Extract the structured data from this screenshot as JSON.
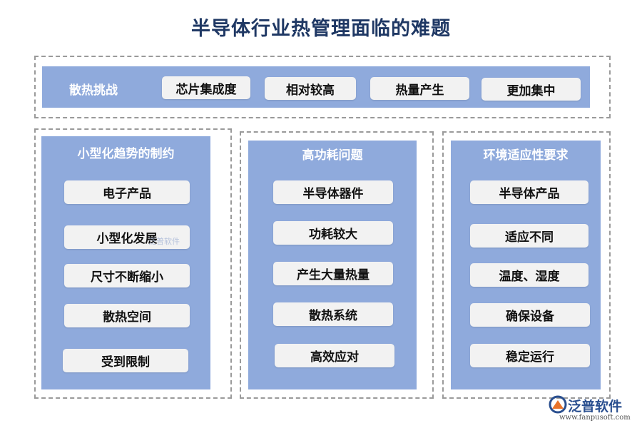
{
  "title": "半导体行业热管理面临的难题",
  "challenge": {
    "label": "散热挑战",
    "items": [
      "芯片集成度",
      "相对较高",
      "热量产生",
      "更加集中"
    ]
  },
  "columns": [
    {
      "title": "小型化趋势的制约",
      "items": [
        "电子产品",
        "小型化发展",
        "尺寸不断缩小",
        "散热空间",
        "受到限制"
      ]
    },
    {
      "title": "高功耗问题",
      "items": [
        "半导体器件",
        "功耗较大",
        "产生大量热量",
        "散热系统",
        "高效应对"
      ]
    },
    {
      "title": "环境适应性要求",
      "items": [
        "半导体产品",
        "适应不同",
        "温度、湿度",
        "确保设备",
        "稳定运行"
      ]
    }
  ],
  "logo": {
    "name": "泛普软件",
    "url": "www.fanpusoft.com",
    "watermark": "泛普软件"
  },
  "colors": {
    "title": "#1f3864",
    "panel": "#8faadc",
    "chip": "#f2f2f2",
    "dash": "#9a9a9a"
  }
}
